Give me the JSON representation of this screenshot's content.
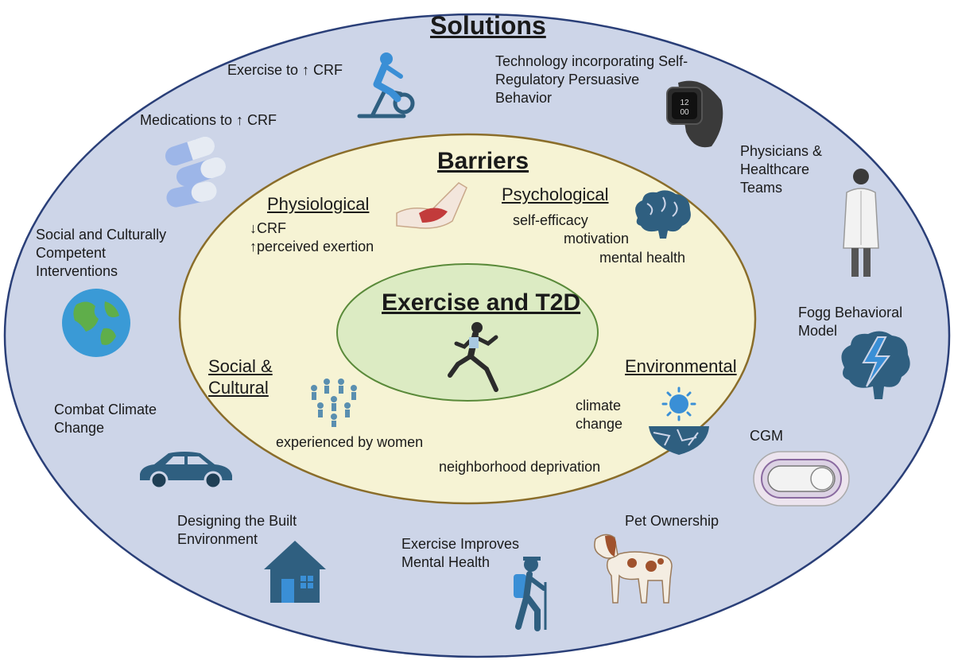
{
  "solutions": {
    "title": "Solutions",
    "items": {
      "exercise_crf": "Exercise to ↑ CRF",
      "technology": "Technology incorporating Self-\nRegulatory Persuasive\nBehavior",
      "medications": "Medications to ↑ CRF",
      "physicians": "Physicians &\nHealthcare\nTeams",
      "social_cultural": "Social and Culturally\nCompetent\nInterventions",
      "fogg": "Fogg Behavioral\nModel",
      "climate": "Combat Climate\nChange",
      "cgm": "CGM",
      "built_env": "Designing the Built\nEnvironment",
      "mental_health": "Exercise Improves\nMental Health",
      "pet": "Pet Ownership"
    }
  },
  "barriers": {
    "title": "Barriers",
    "physiological": {
      "title": "Physiological",
      "items": [
        "↓CRF",
        "↑perceived exertion"
      ]
    },
    "psychological": {
      "title": "Psychological",
      "items": [
        "self-efficacy",
        "motivation",
        "mental health"
      ]
    },
    "social": {
      "title": "Social &\nCultural",
      "items": [
        "experienced by women",
        "neighborhood deprivation"
      ]
    },
    "environmental": {
      "title": "Environmental",
      "items": [
        "climate\nchange"
      ]
    }
  },
  "core": {
    "title": "Exercise and T2D"
  },
  "colors": {
    "outer_fill": "#cdd5e8",
    "middle_fill": "#f6f3d4",
    "inner_fill": "#dcebc3",
    "icon_blue": "#2f5f80",
    "accent_blue": "#3a8fd6"
  }
}
